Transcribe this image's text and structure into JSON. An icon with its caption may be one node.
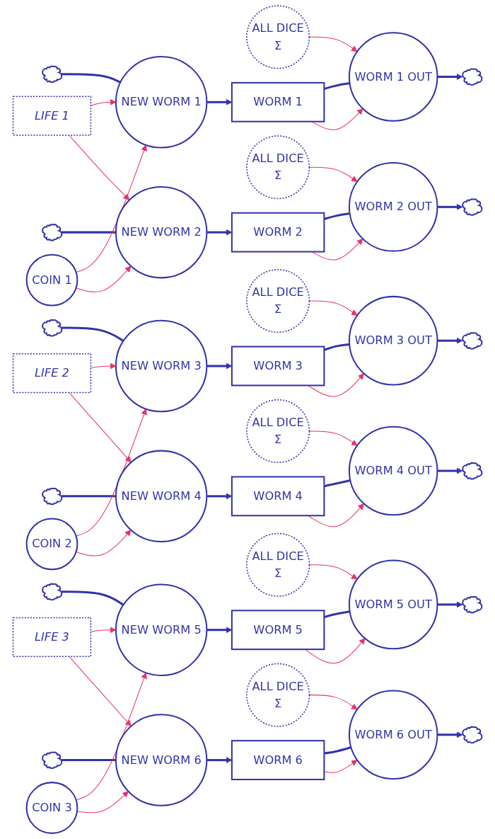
{
  "diagram": {
    "nodes": [
      {
        "text": [
          "ALL DICE",
          "Σ"
        ]
      },
      {
        "text": [
          "NEW WORM 1"
        ]
      },
      {
        "text": [
          "WORM 1"
        ]
      },
      {
        "text": [
          "WORM 1 OUT"
        ]
      },
      {
        "text": [],
        "shape": "cloud"
      },
      {
        "text": [],
        "shape": "cloud"
      },
      {
        "text": [
          "LIFE 1"
        ]
      },
      {
        "text": [
          "COIN 1"
        ]
      },
      {
        "text": [
          "ALL DICE",
          "Σ"
        ]
      },
      {
        "text": [
          "WORM 2"
        ]
      },
      {
        "text": [
          "WORM 2 OUT"
        ]
      },
      {
        "text": [],
        "shape": "cloud"
      },
      {
        "text": [],
        "shape": "cloud"
      },
      {
        "text": [
          "NEW WORM 2"
        ]
      },
      {
        "text": [
          "ALL DICE",
          "Σ"
        ]
      },
      {
        "text": [
          "NEW WORM 3"
        ]
      },
      {
        "text": [
          "WORM 3"
        ]
      },
      {
        "text": [
          "WORM 3 OUT"
        ]
      },
      {
        "text": [],
        "shape": "cloud"
      },
      {
        "text": [],
        "shape": "cloud"
      },
      {
        "text": [
          "LIFE 2"
        ]
      },
      {
        "text": [
          "COIN 2"
        ]
      },
      {
        "text": [
          "ALL DICE",
          "Σ"
        ]
      },
      {
        "text": [
          "WORM 4"
        ]
      },
      {
        "text": [
          "WORM 4 OUT"
        ]
      },
      {
        "text": [],
        "shape": "cloud"
      },
      {
        "text": [],
        "shape": "cloud"
      },
      {
        "text": [
          "NEW WORM 4"
        ]
      },
      {
        "text": [
          "ALL DICE",
          "Σ"
        ]
      },
      {
        "text": [
          "NEW WORM 5"
        ]
      },
      {
        "text": [
          "WORM 5"
        ]
      },
      {
        "text": [
          "WORM 5 OUT"
        ]
      },
      {
        "text": [],
        "shape": "cloud"
      },
      {
        "text": [],
        "shape": "cloud"
      },
      {
        "text": [
          "LIFE 3"
        ]
      },
      {
        "text": [
          "COIN 3"
        ]
      },
      {
        "text": [
          "ALL DICE",
          "Σ"
        ]
      },
      {
        "text": [
          "WORM 6"
        ]
      },
      {
        "text": [
          "WORM 6 OUT"
        ]
      },
      {
        "text": [],
        "shape": "cloud"
      },
      {
        "text": [],
        "shape": "cloud"
      },
      {
        "text": [
          "NEW WORM 6"
        ]
      }
    ],
    "edges": [
      {
        "from": 4,
        "to": 1,
        "arrow": "none",
        "style": "thick"
      },
      {
        "from": 1,
        "to": 2,
        "arrow": "to",
        "style": "thick"
      },
      {
        "from": 2,
        "to": 3,
        "arrow": "none",
        "style": "thick"
      },
      {
        "from": 3,
        "to": 5,
        "arrow": "to",
        "style": "thick"
      },
      {
        "from": 11,
        "to": 13,
        "arrow": "none",
        "style": "thick"
      },
      {
        "from": 13,
        "to": 9,
        "arrow": "to",
        "style": "thick"
      },
      {
        "from": 9,
        "to": 10,
        "arrow": "none",
        "style": "thick"
      },
      {
        "from": 10,
        "to": 12,
        "arrow": "to",
        "style": "thick"
      },
      {
        "from": 6,
        "to": 1,
        "arrow": "to",
        "color": "#e8336d"
      },
      {
        "from": 6,
        "to": 13,
        "arrow": "to",
        "color": "#e8336d"
      },
      {
        "from": 7,
        "to": 1,
        "arrow": "to",
        "color": "#e8336d"
      },
      {
        "from": 7,
        "to": 13,
        "arrow": "to",
        "color": "#e8336d"
      },
      {
        "from": 0,
        "to": 3,
        "arrow": "to",
        "color": "#e8336d"
      },
      {
        "from": 2,
        "to": 3,
        "arrow": "to",
        "color": "#e8336d"
      },
      {
        "from": 8,
        "to": 10,
        "arrow": "to",
        "color": "#e8336d"
      },
      {
        "from": 9,
        "to": 10,
        "arrow": "to",
        "color": "#e8336d"
      },
      {
        "from": 18,
        "to": 15,
        "arrow": "none",
        "style": "thick"
      },
      {
        "from": 15,
        "to": 16,
        "arrow": "to",
        "style": "thick"
      },
      {
        "from": 16,
        "to": 17,
        "arrow": "none",
        "style": "thick"
      },
      {
        "from": 17,
        "to": 19,
        "arrow": "to",
        "style": "thick"
      },
      {
        "from": 25,
        "to": 27,
        "arrow": "none",
        "style": "thick"
      },
      {
        "from": 27,
        "to": 23,
        "arrow": "to",
        "style": "thick"
      },
      {
        "from": 23,
        "to": 24,
        "arrow": "none",
        "style": "thick"
      },
      {
        "from": 24,
        "to": 26,
        "arrow": "to",
        "style": "thick"
      },
      {
        "from": 20,
        "to": 15,
        "arrow": "to",
        "color": "#e8336d"
      },
      {
        "from": 20,
        "to": 27,
        "arrow": "to",
        "color": "#e8336d"
      },
      {
        "from": 21,
        "to": 15,
        "arrow": "to",
        "color": "#e8336d"
      },
      {
        "from": 21,
        "to": 27,
        "arrow": "to",
        "color": "#e8336d"
      },
      {
        "from": 14,
        "to": 17,
        "arrow": "to",
        "color": "#e8336d"
      },
      {
        "from": 16,
        "to": 17,
        "arrow": "to",
        "color": "#e8336d"
      },
      {
        "from": 22,
        "to": 24,
        "arrow": "to",
        "color": "#e8336d"
      },
      {
        "from": 23,
        "to": 24,
        "arrow": "to",
        "color": "#e8336d"
      },
      {
        "from": 32,
        "to": 29,
        "arrow": "none",
        "style": "thick"
      },
      {
        "from": 29,
        "to": 30,
        "arrow": "to",
        "style": "thick"
      },
      {
        "from": 30,
        "to": 31,
        "arrow": "none",
        "style": "thick"
      },
      {
        "from": 31,
        "to": 33,
        "arrow": "to",
        "style": "thick"
      },
      {
        "from": 39,
        "to": 41,
        "arrow": "none",
        "style": "thick"
      },
      {
        "from": 41,
        "to": 37,
        "arrow": "to",
        "style": "thick"
      },
      {
        "from": 37,
        "to": 38,
        "arrow": "none",
        "style": "thick"
      },
      {
        "from": 38,
        "to": 40,
        "arrow": "to",
        "style": "thick"
      },
      {
        "from": 34,
        "to": 29,
        "arrow": "to",
        "color": "#e8336d"
      },
      {
        "from": 34,
        "to": 41,
        "arrow": "to",
        "color": "#e8336d"
      },
      {
        "from": 35,
        "to": 29,
        "arrow": "to",
        "color": "#e8336d"
      },
      {
        "from": 35,
        "to": 41,
        "arrow": "to",
        "color": "#e8336d"
      },
      {
        "from": 28,
        "to": 31,
        "arrow": "to",
        "color": "#e8336d"
      },
      {
        "from": 30,
        "to": 31,
        "arrow": "to",
        "color": "#e8336d"
      },
      {
        "from": 36,
        "to": 38,
        "arrow": "to",
        "color": "#e8336d"
      },
      {
        "from": 37,
        "to": 38,
        "arrow": "to",
        "color": "#e8336d"
      }
    ]
  }
}
